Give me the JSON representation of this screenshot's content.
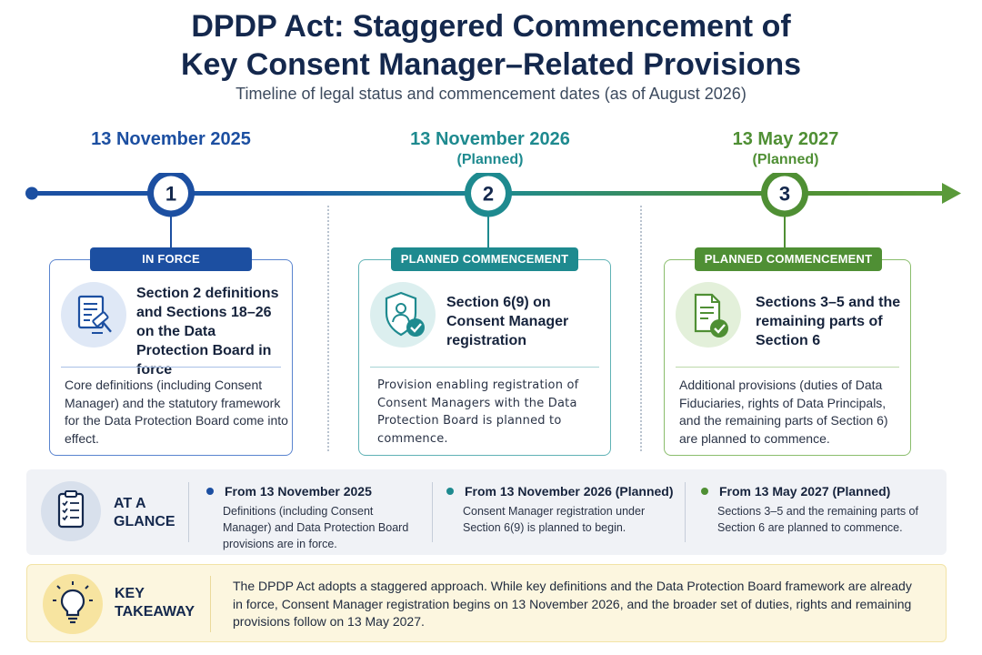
{
  "header": {
    "title_line1": "DPDP Act: Staggered Commencement of",
    "title_line2": "Key Consent Manager–Related Provisions",
    "subtitle": "Timeline of legal status and commencement dates (as of August 2026)"
  },
  "colors": {
    "blue": "#1c4fa1",
    "teal": "#1e8a8f",
    "green": "#4f8f34",
    "navy": "#14284d"
  },
  "milestones": [
    {
      "number": "1",
      "date": "13 November 2025",
      "note": "",
      "badge": "IN FORCE",
      "icon": "document-gavel-icon",
      "heading": "Section 2 definitions and Sections 18–26 on the Data Protection Board in force",
      "body": "Core definitions (including Consent Manager) and the statutory framework for the Data Protection Board come into effect."
    },
    {
      "number": "2",
      "date": "13 November 2026",
      "note": "(Planned)",
      "badge": "PLANNED COMMENCEMENT",
      "icon": "shield-user-check-icon",
      "heading": "Section 6(9) on Consent Manager registration",
      "body": "Provision enabling registration of Consent Managers with the Data Protection Board is planned to commence."
    },
    {
      "number": "3",
      "date": "13 May 2027",
      "note": "(Planned)",
      "badge": "PLANNED COMMENCEMENT",
      "icon": "document-check-icon",
      "heading": "Sections 3–5 and the remaining parts of Section 6",
      "body": "Additional provisions (duties of Data Fiduciaries, rights of Data Principals, and the remaining parts of Section 6) are planned to commence."
    }
  ],
  "at_a_glance": {
    "label_line1": "AT A",
    "label_line2": "GLANCE",
    "icon": "clipboard-checklist-icon",
    "items": [
      {
        "title": "From 13 November 2025",
        "text": "Definitions (including Consent Manager) and Data Protection Board provisions are in force."
      },
      {
        "title": "From 13 November 2026 (Planned)",
        "text": "Consent Manager registration under Section 6(9) is planned to begin."
      },
      {
        "title": "From 13 May 2027 (Planned)",
        "text": "Sections 3–5 and the remaining parts of Section 6 are planned to commence."
      }
    ]
  },
  "key_takeaway": {
    "label_line1": "KEY",
    "label_line2": "TAKEAWAY",
    "icon": "lightbulb-icon",
    "text": "The DPDP Act adopts a staggered approach. While key definitions and the Data Protection Board framework are already in force, Consent Manager registration begins on 13 November 2026, and the broader set of duties, rights and remaining provisions follow on 13 May 2027."
  }
}
